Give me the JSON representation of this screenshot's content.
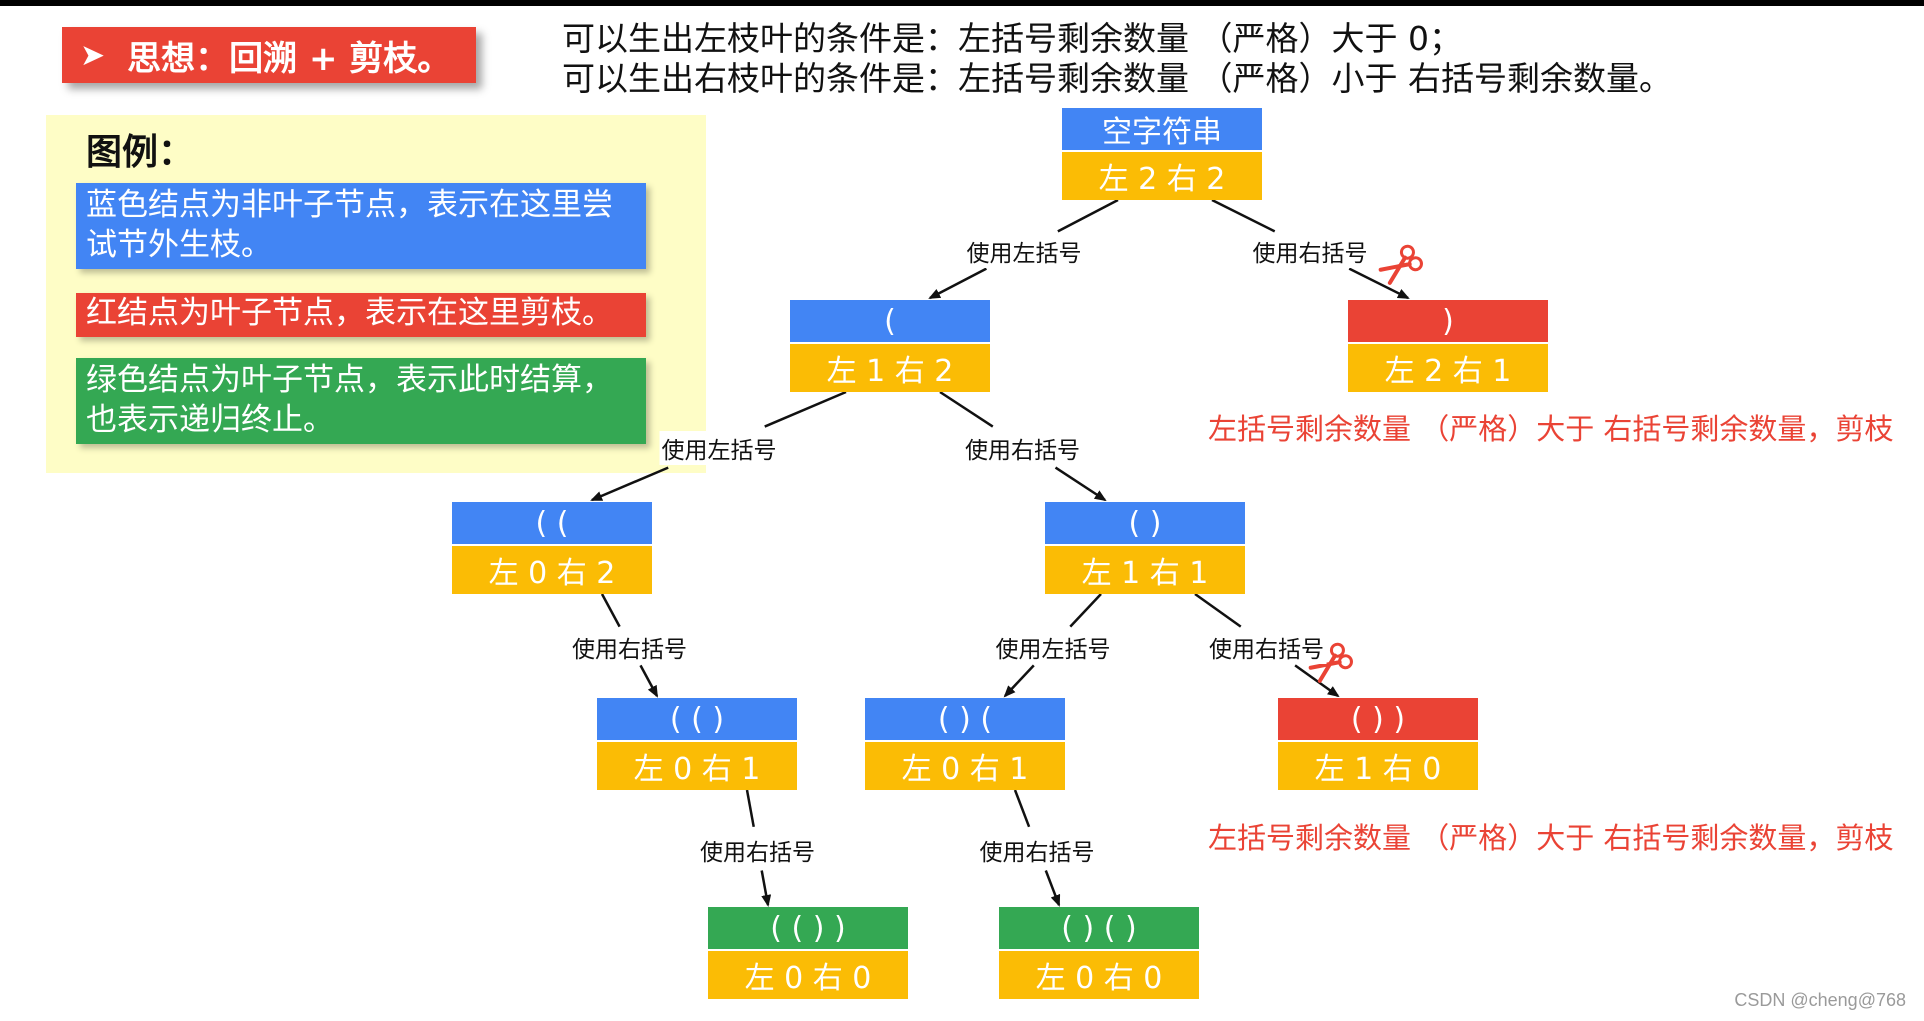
{
  "title": "思想：回溯 + 剪枝。",
  "header_lines": [
    "可以生出左枝叶的条件是：左括号剩余数量 （严格）大于 0；",
    "可以生出右枝叶的条件是：左括号剩余数量 （严格）小于 右括号剩余数量。"
  ],
  "legend": {
    "title": "图例：",
    "items": [
      {
        "text": "蓝色结点为非叶子节点，表示在这里尝试节外生枝。",
        "color": "#4285f4"
      },
      {
        "text": "红结点为叶子节点，表示在这里剪枝。",
        "color": "#ea4335"
      },
      {
        "text": "绿色结点为叶子节点，表示此时结算，也表示递归终止。",
        "color": "#34a853"
      }
    ]
  },
  "colors": {
    "blue": "#4285f4",
    "red": "#ea4335",
    "green": "#34a853",
    "yellow": "#fbbc05",
    "legend_bg": "#fefdc6"
  },
  "tree": {
    "nodes": [
      {
        "id": "root",
        "top": "空字符串",
        "bottom": "左 2 右 2",
        "kind": "blue"
      },
      {
        "id": "l",
        "top": "(",
        "bottom": "左 1 右 2",
        "kind": "blue"
      },
      {
        "id": "r",
        "top": ")",
        "bottom": "左 2 右 1",
        "kind": "red"
      },
      {
        "id": "ll",
        "top": "( (",
        "bottom": "左 0 右 2",
        "kind": "blue"
      },
      {
        "id": "lr",
        "top": "( )",
        "bottom": "左 1 右 1",
        "kind": "blue"
      },
      {
        "id": "llr",
        "top": "( ( )",
        "bottom": "左 0 右 1",
        "kind": "blue"
      },
      {
        "id": "lrl",
        "top": "( ) (",
        "bottom": "左 0 右 1",
        "kind": "blue"
      },
      {
        "id": "lrr",
        "top": "( ) )",
        "bottom": "左 1 右 0",
        "kind": "red"
      },
      {
        "id": "llrr",
        "top": "( ( ) )",
        "bottom": "左 0 右 0",
        "kind": "green"
      },
      {
        "id": "lrlr",
        "top": "( ) ( )",
        "bottom": "左 0 右 0",
        "kind": "green"
      }
    ],
    "edges": [
      {
        "from": "root",
        "to": "l",
        "label": "使用左括号"
      },
      {
        "from": "root",
        "to": "r",
        "label": "使用右括号",
        "pruned": true
      },
      {
        "from": "l",
        "to": "ll",
        "label": "使用左括号"
      },
      {
        "from": "l",
        "to": "lr",
        "label": "使用右括号"
      },
      {
        "from": "ll",
        "to": "llr",
        "label": "使用右括号"
      },
      {
        "from": "lr",
        "to": "lrl",
        "label": "使用左括号"
      },
      {
        "from": "lr",
        "to": "lrr",
        "label": "使用右括号",
        "pruned": true
      },
      {
        "from": "llr",
        "to": "llrr",
        "label": "使用右括号"
      },
      {
        "from": "lrl",
        "to": "lrlr",
        "label": "使用右括号"
      }
    ]
  },
  "prune_notes": [
    "左括号剩余数量 （严格）大于 右括号剩余数量，剪枝",
    "左括号剩余数量 （严格）大于 右括号剩余数量，剪枝"
  ],
  "watermark": "CSDN @cheng@768"
}
